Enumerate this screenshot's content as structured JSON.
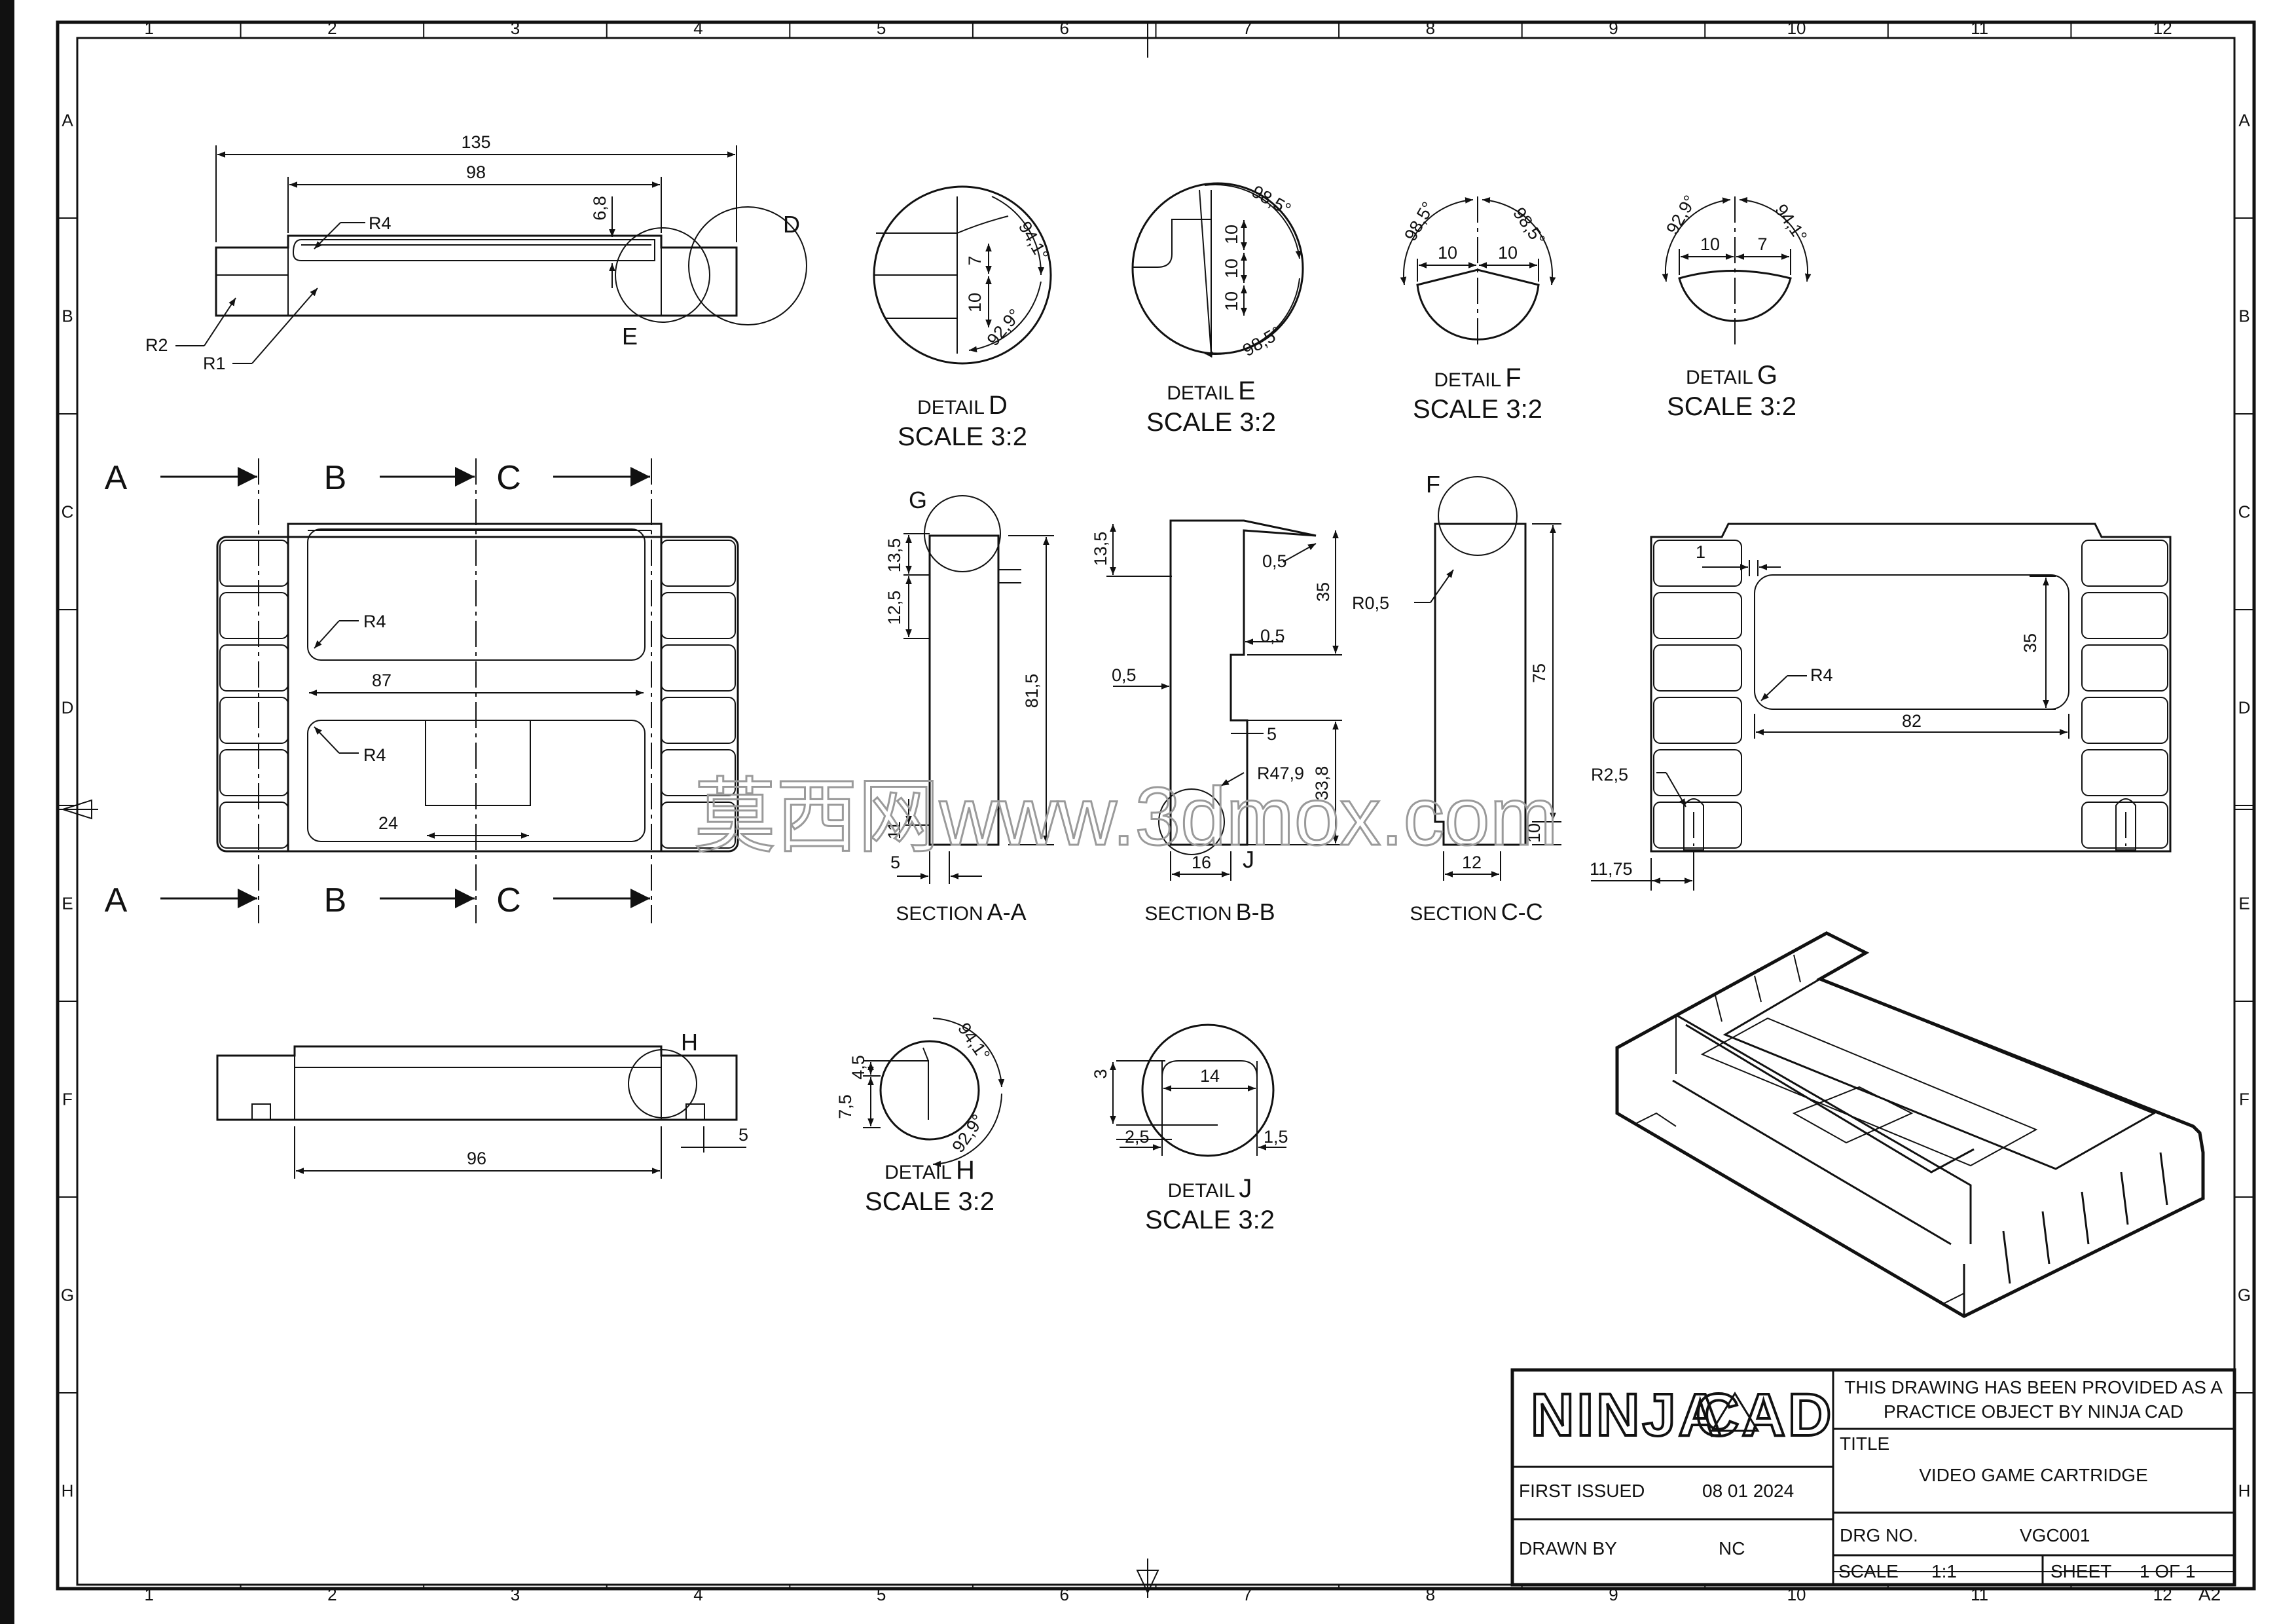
{
  "drawing": {
    "zone_numbers": [
      "1",
      "2",
      "3",
      "4",
      "5",
      "6",
      "7",
      "8",
      "9",
      "10",
      "11",
      "12"
    ],
    "zone_letters": [
      "A",
      "B",
      "C",
      "D",
      "E",
      "F",
      "G",
      "H"
    ],
    "views": {
      "top_view": {
        "dims": [
          "135",
          "98",
          "6,8",
          "R4",
          "R2",
          "R1"
        ],
        "detail_refs": [
          "D",
          "E"
        ]
      },
      "front_view": {
        "section_letters": [
          "A",
          "B",
          "C"
        ],
        "dims": [
          "R4",
          "87",
          "R4",
          "24"
        ]
      },
      "bottom_view": {
        "dims": [
          "96",
          "5"
        ],
        "detail_ref": "H"
      },
      "back_view": {
        "dims": [
          "1",
          "35",
          "R4",
          "82",
          "R2,5",
          "11,75"
        ]
      }
    },
    "details": [
      {
        "prefix": "DETAIL",
        "letter": "D",
        "scale": "SCALE 3:2",
        "dims": [
          "94,1°",
          "7",
          "10",
          "92,9°"
        ]
      },
      {
        "prefix": "DETAIL",
        "letter": "E",
        "scale": "SCALE 3:2",
        "dims": [
          "98,5°",
          "10",
          "10",
          "10",
          "98,5°"
        ]
      },
      {
        "prefix": "DETAIL",
        "letter": "F",
        "scale": "SCALE 3:2",
        "dims": [
          "98,5°",
          "10",
          "10",
          "98,5°"
        ]
      },
      {
        "prefix": "DETAIL",
        "letter": "G",
        "scale": "SCALE 3:2",
        "dims": [
          "92,9°",
          "10",
          "7",
          "94,1°"
        ]
      },
      {
        "prefix": "DETAIL",
        "letter": "H",
        "scale": "SCALE 3:2",
        "dims": [
          "4,5",
          "7,5",
          "94,1°",
          "92,9°"
        ]
      },
      {
        "prefix": "DETAIL",
        "letter": "J",
        "scale": "SCALE 3:2",
        "dims": [
          "3",
          "14",
          "2,5",
          "1,5"
        ]
      }
    ],
    "sections": [
      {
        "prefix": "SECTION",
        "letter": "A-A",
        "dims": [
          "13,5",
          "12,5",
          "81,5",
          "11",
          "5"
        ],
        "detail_ref": "G"
      },
      {
        "prefix": "SECTION",
        "letter": "B-B",
        "dims": [
          "13,5",
          "0,5",
          "35",
          "0,5",
          "0,5",
          "5",
          "R47,9",
          "33,8",
          "16"
        ],
        "detail_ref": "J"
      },
      {
        "prefix": "SECTION",
        "letter": "C-C",
        "dims": [
          "R0,5",
          "75",
          "10",
          "12"
        ],
        "detail_ref": "F"
      }
    ],
    "title_block": {
      "logo_left": "NINJA",
      "logo_right": "CAD",
      "notice_line1": "THIS DRAWING HAS BEEN PROVIDED AS A",
      "notice_line2": "PRACTICE OBJECT BY  NINJA CAD",
      "title_label": "TITLE",
      "title_value": "VIDEO GAME CARTRIDGE",
      "first_issued_label": "FIRST ISSUED",
      "first_issued_value": "08 01 2024",
      "drawn_by_label": "DRAWN BY",
      "drawn_by_value": "NC",
      "drg_no_label": "DRG NO.",
      "drg_no_value": "VGC001",
      "scale_label": "SCALE",
      "scale_value": "1:1",
      "sheet_label": "SHEET",
      "sheet_value": "1 OF 1",
      "sheet_size": "A2"
    },
    "watermark": "莫西网www.3dmox.com"
  }
}
